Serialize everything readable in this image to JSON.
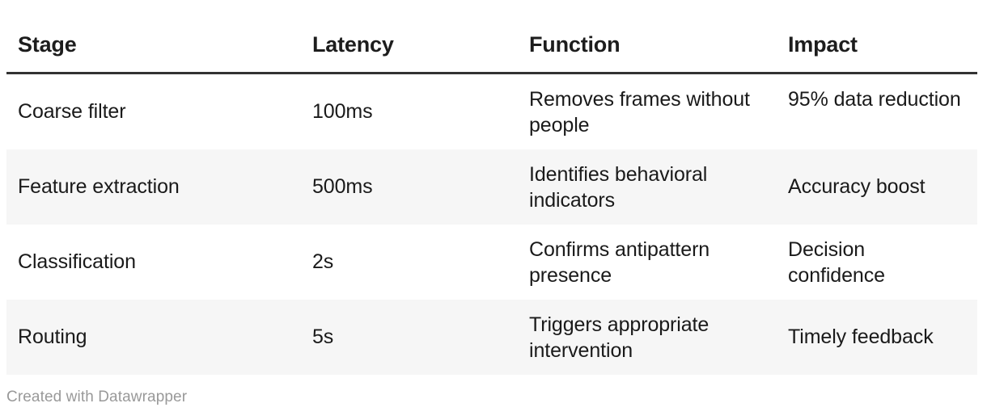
{
  "table": {
    "columns": [
      {
        "key": "stage",
        "label": "Stage"
      },
      {
        "key": "latency",
        "label": "Latency"
      },
      {
        "key": "function",
        "label": "Function"
      },
      {
        "key": "impact",
        "label": "Impact"
      }
    ],
    "rows": [
      {
        "stage": "Coarse filter",
        "latency": "100ms",
        "function": "Removes frames without people",
        "impact": "95% data reduction",
        "striped": false
      },
      {
        "stage": "Feature extraction",
        "latency": "500ms",
        "function": "Identifies behavioral indicators",
        "impact": "Accuracy boost",
        "striped": true
      },
      {
        "stage": "Classification",
        "latency": "2s",
        "function": "Confirms antipattern presence",
        "impact": "Decision confidence",
        "striped": false
      },
      {
        "stage": "Routing",
        "latency": "5s",
        "function": "Triggers appropriate intervention",
        "impact": "Timely feedback",
        "striped": true
      }
    ]
  },
  "footer": {
    "credit": "Created with Datawrapper"
  },
  "colors": {
    "text": "#1a1a1a",
    "header_rule": "#333333",
    "stripe": "#f6f6f6",
    "footer_text": "#999999",
    "background": "#ffffff"
  }
}
